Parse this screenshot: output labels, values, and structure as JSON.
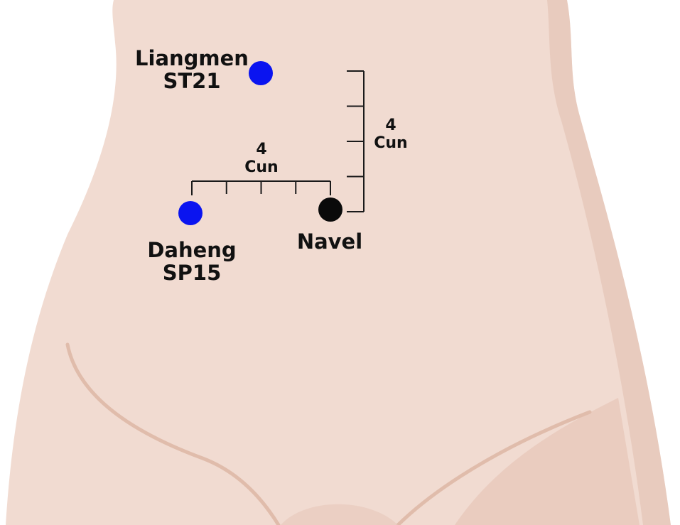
{
  "colors": {
    "skin": "#f1dbd1",
    "skin_shade": "#e3c0b1",
    "acupoint": "#0a14f0",
    "navel": "#0a0a0a",
    "line": "#1a1a1a"
  },
  "points": [
    {
      "id": "liangmen",
      "name": "Liangmen",
      "code": "ST21",
      "color_key": "acupoint"
    },
    {
      "id": "daheng",
      "name": "Daheng",
      "code": "SP15",
      "color_key": "acupoint"
    },
    {
      "id": "navel",
      "name": "Navel",
      "color_key": "navel"
    }
  ],
  "measurements": {
    "horizontal": {
      "value": "4",
      "unit": "Cun",
      "segments": 4
    },
    "vertical": {
      "value": "4",
      "unit": "Cun",
      "segments": 4
    }
  }
}
